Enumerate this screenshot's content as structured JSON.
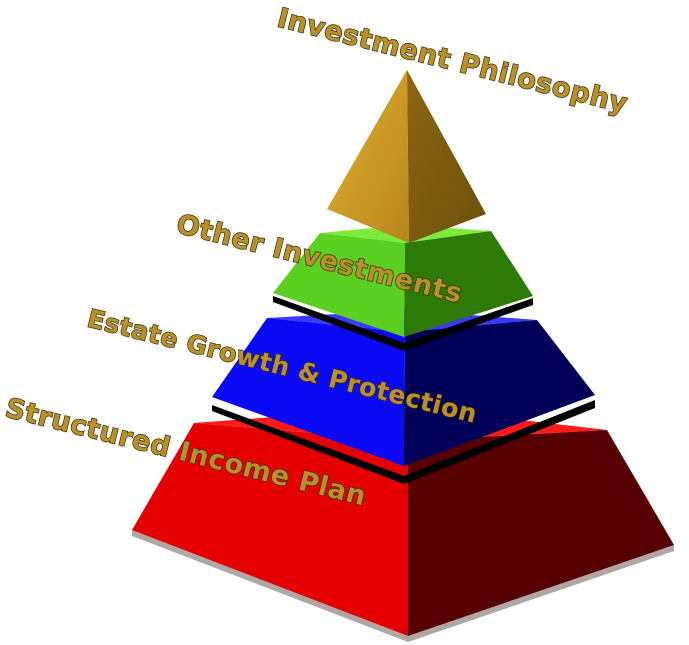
{
  "diagram": {
    "tiers": [
      {
        "label": "Investment Philosophy",
        "color": "#c8981f"
      },
      {
        "label": "Other Investments",
        "color": "#55c41b"
      },
      {
        "label": "Estate Growth & Protection",
        "color": "#1010f0"
      },
      {
        "label": "Structured Income Plan",
        "color": "#e00000"
      }
    ]
  }
}
